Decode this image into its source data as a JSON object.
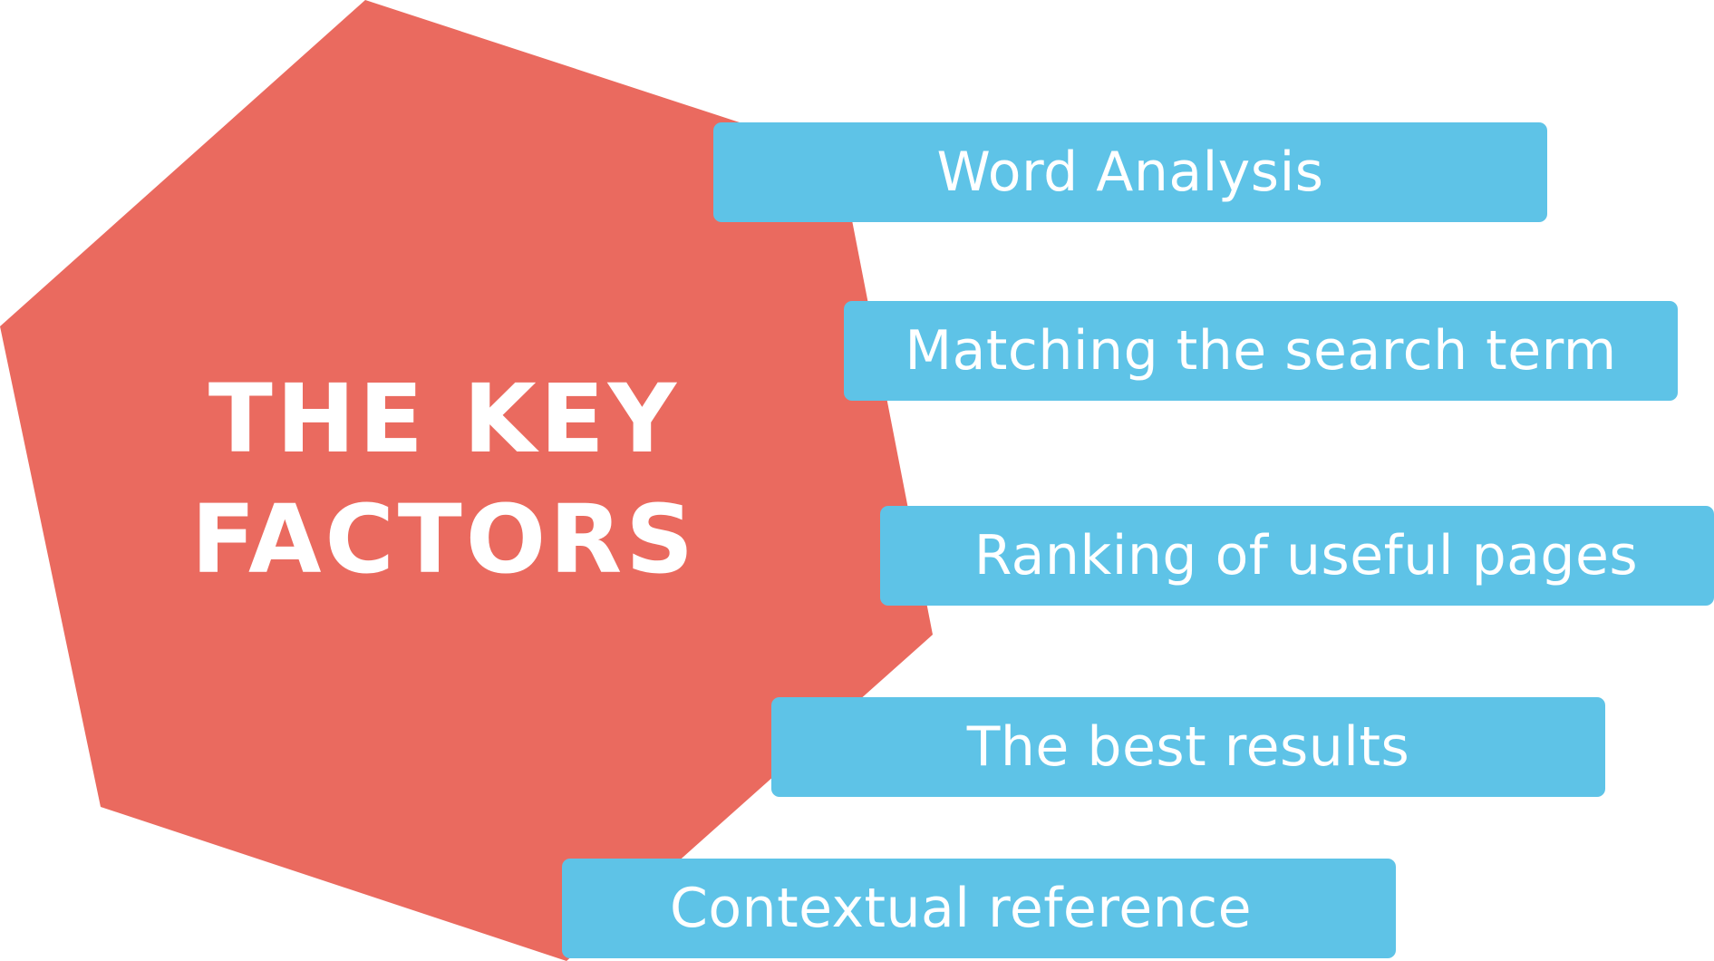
{
  "diagram": {
    "title_lines": [
      "THE KEY",
      "FACTORS"
    ],
    "colors": {
      "hexagon": "#EA6A5F",
      "box": "#5EC3E7",
      "text": "#FFFFFF"
    },
    "factors": [
      {
        "label": "Word Analysis"
      },
      {
        "label": "Matching the search term"
      },
      {
        "label": "Ranking of useful pages"
      },
      {
        "label": "The best results"
      },
      {
        "label": "Contextual reference"
      }
    ]
  }
}
